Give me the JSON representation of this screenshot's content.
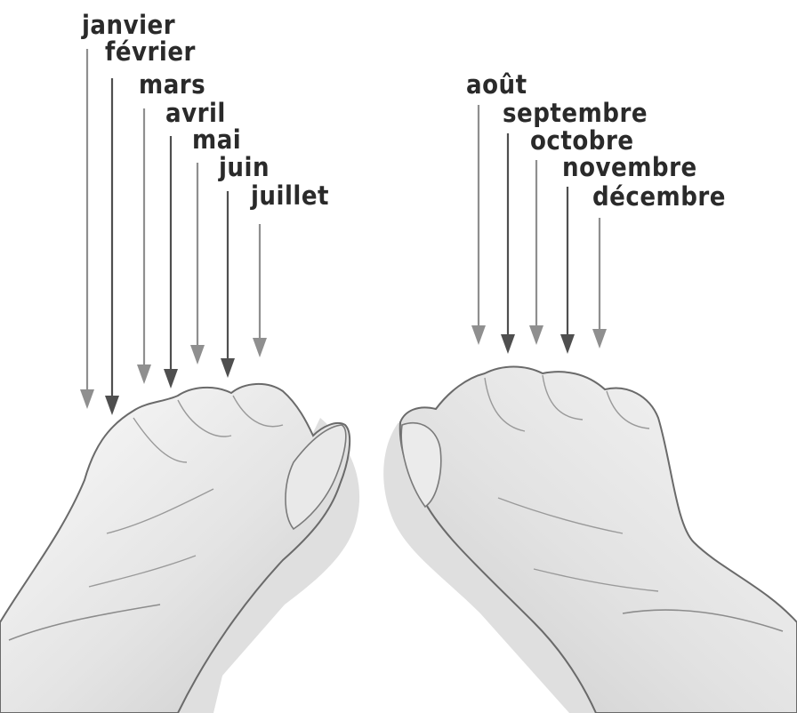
{
  "months": [
    {
      "label": "janvier",
      "hand": "left",
      "shade": "light"
    },
    {
      "label": "février",
      "hand": "left",
      "shade": "dark"
    },
    {
      "label": "mars",
      "hand": "left",
      "shade": "light"
    },
    {
      "label": "avril",
      "hand": "left",
      "shade": "dark"
    },
    {
      "label": "mai",
      "hand": "left",
      "shade": "light"
    },
    {
      "label": "juin",
      "hand": "left",
      "shade": "dark"
    },
    {
      "label": "juillet",
      "hand": "left",
      "shade": "light"
    },
    {
      "label": "août",
      "hand": "right",
      "shade": "light"
    },
    {
      "label": "septembre",
      "hand": "right",
      "shade": "dark"
    },
    {
      "label": "octobre",
      "hand": "right",
      "shade": "light"
    },
    {
      "label": "novembre",
      "hand": "right",
      "shade": "dark"
    },
    {
      "label": "décembre",
      "hand": "right",
      "shade": "light"
    }
  ],
  "colors": {
    "arrow_light": "#8f8f8f",
    "arrow_dark": "#4f4f4f",
    "label": "#2a2a2a",
    "skin_light": "#f1f1f1",
    "skin_mid": "#d7d7d7",
    "skin_shadow": "#bdbdbd",
    "outline": "#6a6a6a"
  }
}
